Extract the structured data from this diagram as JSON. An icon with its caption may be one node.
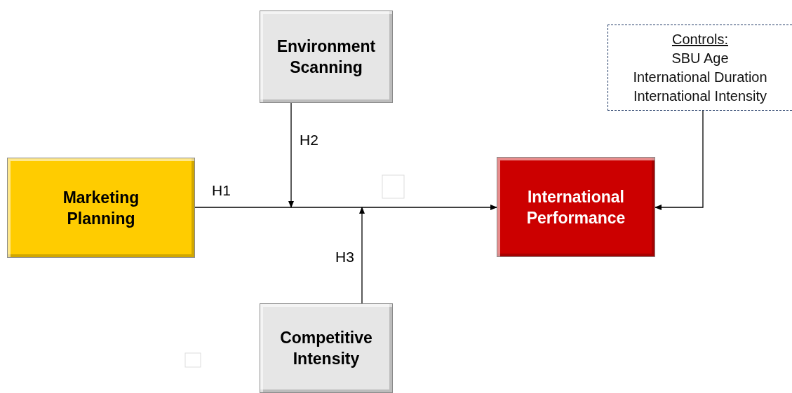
{
  "diagram": {
    "nodes": [
      {
        "text": [
          "Environment Scanning"
        ]
      },
      {
        "text": [
          "Marketing Planning"
        ]
      },
      {
        "text": [
          "International Performance"
        ]
      },
      {
        "text": [
          "Competitive Intensity"
        ]
      },
      {
        "text": [
          "Controls:",
          "SBU Age",
          "International Duration",
          "International Intensity"
        ]
      }
    ],
    "edges": [
      {
        "from": 1,
        "to": 2,
        "arrow": "to",
        "label": "H1"
      },
      {
        "from": 0,
        "to": null,
        "arrow": "to",
        "label": "H2"
      },
      {
        "from": 3,
        "to": null,
        "arrow": "to",
        "label": "H3"
      },
      {
        "from": 4,
        "to": 2,
        "arrow": "to"
      }
    ]
  }
}
